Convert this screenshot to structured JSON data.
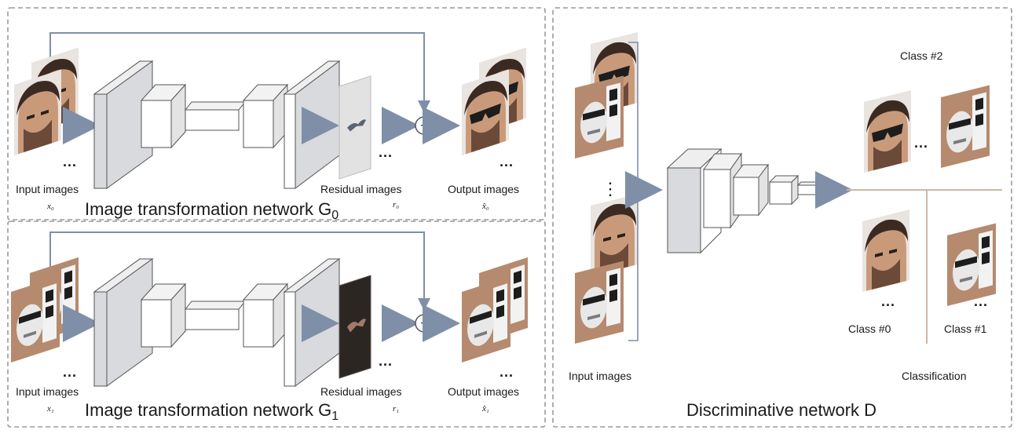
{
  "g0": {
    "input_label": "Input images",
    "input_var": "x₀",
    "residual_label": "Residual images",
    "residual_var": "r₀",
    "output_label": "Output images",
    "output_var": "x̂₀",
    "title": "Image transformation network G",
    "title_sub": "0"
  },
  "g1": {
    "input_label": "Input images",
    "input_var": "x₁",
    "residual_label": "Residual images",
    "residual_var": "r₁",
    "output_label": "Output images",
    "output_var": "x̂₁",
    "title": "Image transformation network G",
    "title_sub": "1"
  },
  "d": {
    "input_label": "Input images",
    "title": "Discriminative network D",
    "class2": "Class #2",
    "class0": "Class #0",
    "class1": "Class #1",
    "classification": "Classification"
  },
  "ellipsis": "...",
  "vellipsis": "⋮",
  "plus": "+",
  "colors": {
    "panel_border": "#9a9a9a",
    "arrow": "#7f8fa8",
    "block_front": "#d8dadd",
    "block_side": "#ffffff",
    "tan_line": "#c9b9a6",
    "skin": "#c99a7a",
    "hair": "#3a2a22",
    "glasses": "#1d1d1d"
  }
}
